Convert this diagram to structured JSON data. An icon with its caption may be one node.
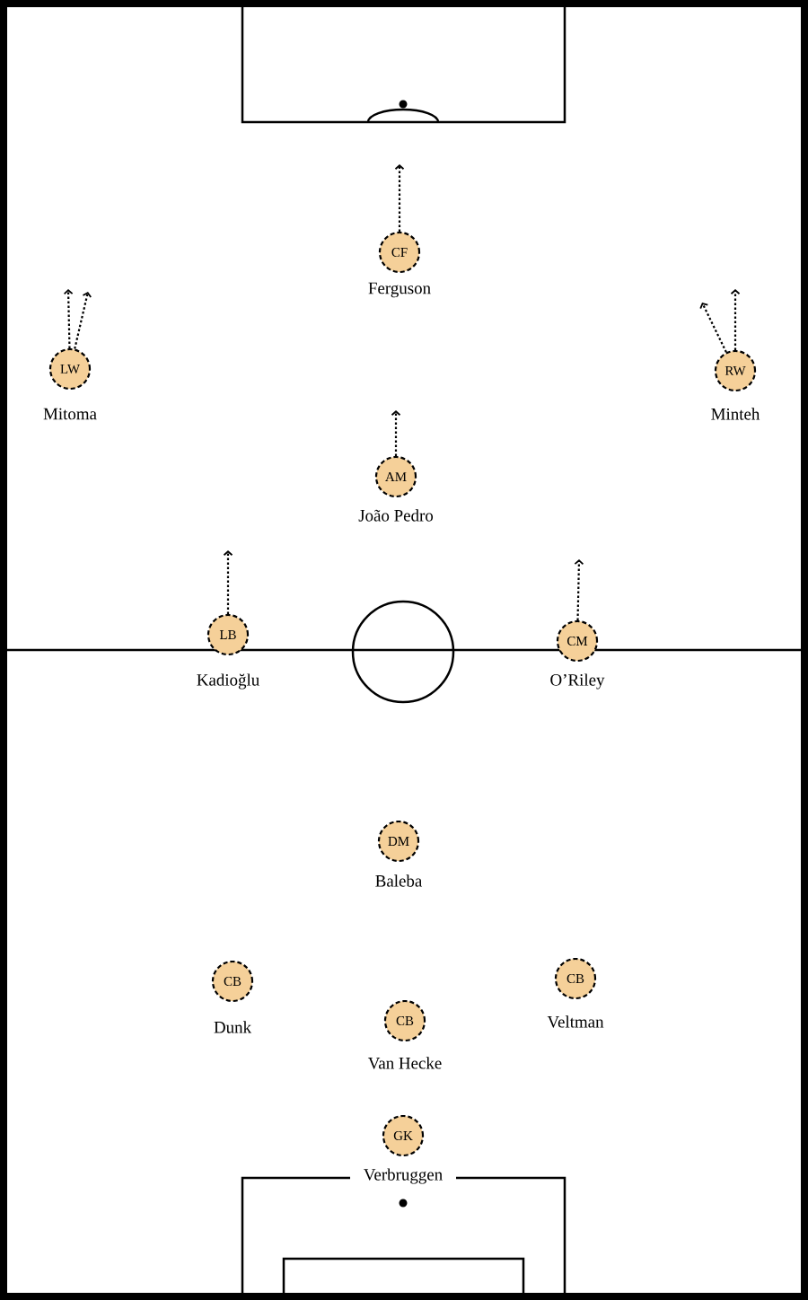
{
  "diagram": {
    "nodes": [
      {
        "text": [
          "CF"
        ],
        "beside": [
          "Ferguson"
        ]
      },
      {
        "text": [
          "LW"
        ],
        "beside": [
          "Mitoma"
        ]
      },
      {
        "text": [
          "RW"
        ],
        "beside": [
          "Minteh"
        ]
      },
      {
        "text": [
          "AM"
        ],
        "beside": [
          "João Pedro"
        ]
      },
      {
        "text": [
          "LB"
        ],
        "beside": [
          "Kadioğlu"
        ]
      },
      {
        "text": [
          "CM"
        ],
        "beside": [
          "O’Riley"
        ]
      },
      {
        "text": [
          "DM"
        ],
        "beside": [
          "Baleba"
        ]
      },
      {
        "text": [
          "CB"
        ],
        "beside": [
          "Dunk"
        ]
      },
      {
        "text": [
          "CB"
        ],
        "beside": [
          "Veltman"
        ]
      },
      {
        "text": [
          "CB"
        ],
        "beside": [
          "Van Hecke"
        ]
      },
      {
        "text": [
          "GK"
        ],
        "beside": [
          "Verbruggen"
        ]
      }
    ],
    "edges": [
      {
        "from": 0,
        "to": null,
        "arrow": "to"
      },
      {
        "from": 1,
        "to": null,
        "arrow": "to"
      },
      {
        "from": 1,
        "to": null,
        "arrow": "to"
      },
      {
        "from": 2,
        "to": null,
        "arrow": "to"
      },
      {
        "from": 2,
        "to": null,
        "arrow": "to"
      },
      {
        "from": 3,
        "to": null,
        "arrow": "to"
      },
      {
        "from": 4,
        "to": null,
        "arrow": "to"
      },
      {
        "from": 5,
        "to": null,
        "arrow": "to"
      }
    ]
  }
}
